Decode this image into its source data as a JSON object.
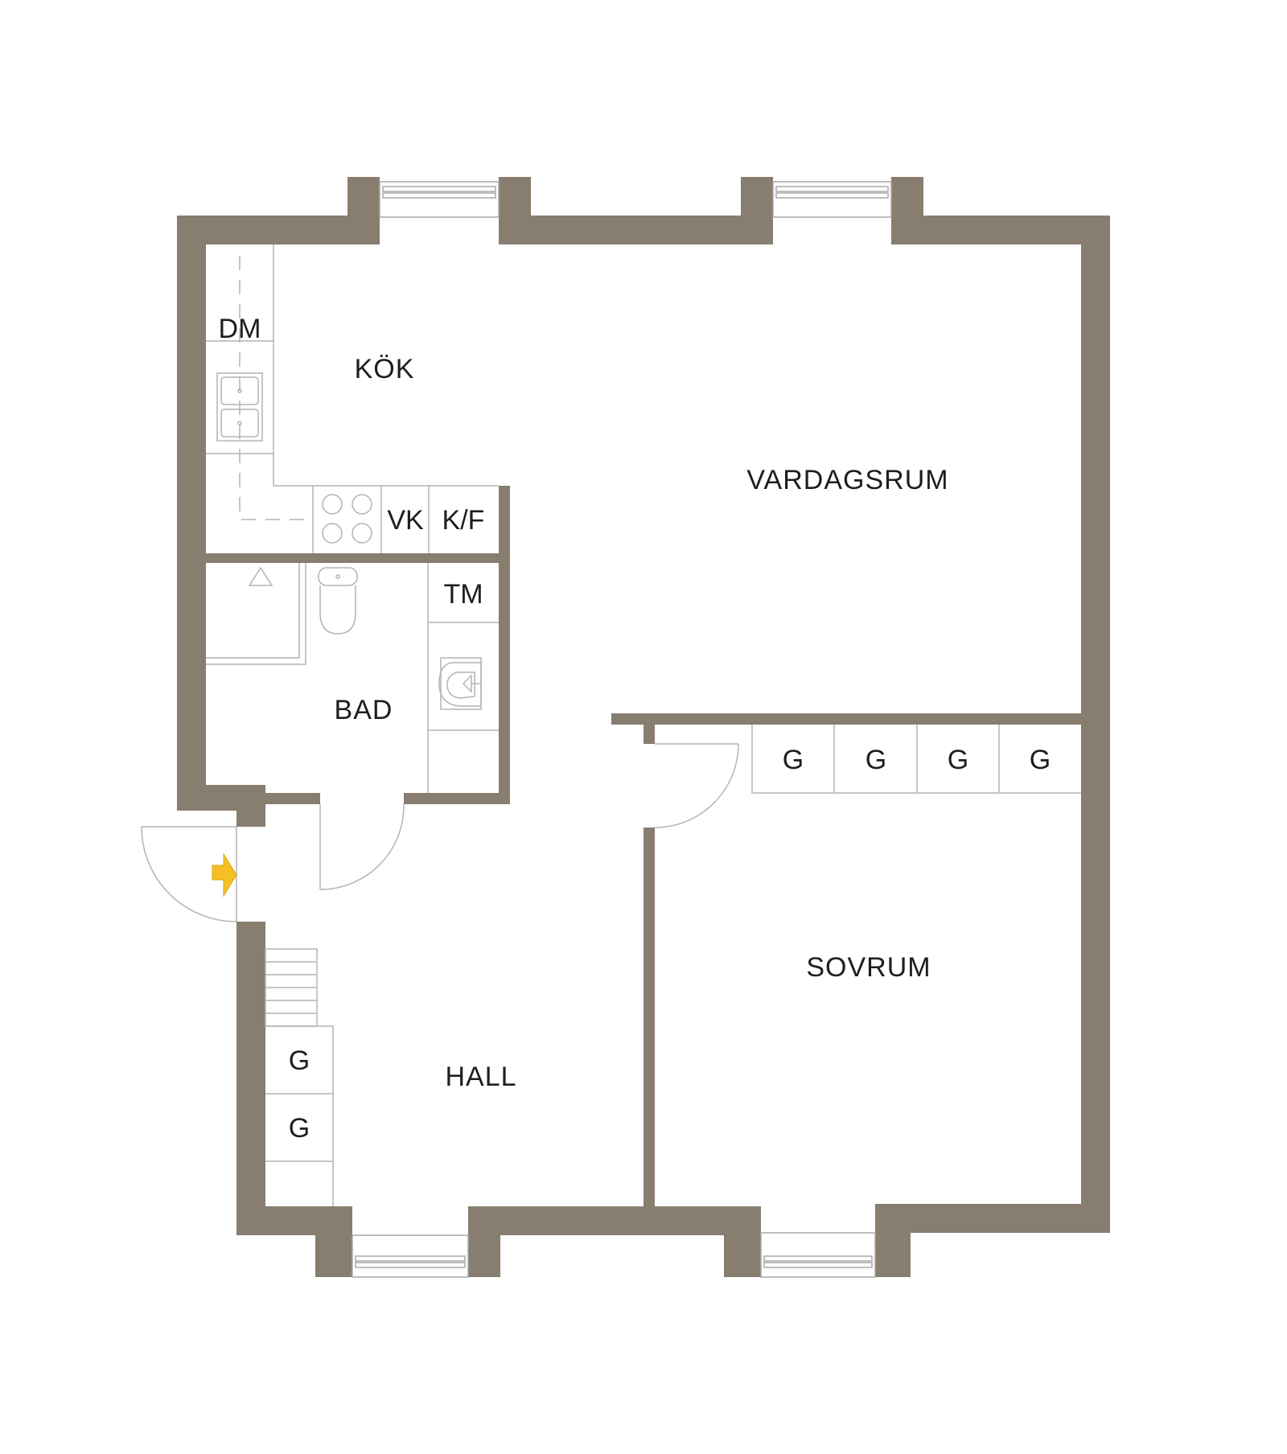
{
  "rooms": {
    "kok": "KÖK",
    "vardagsrum": "VARDAGSRUM",
    "bad": "BAD",
    "hall": "HALL",
    "sovrum": "SOVRUM"
  },
  "fixtures": {
    "dm": "DM",
    "vk": "VK",
    "kf": "K/F",
    "tm": "TM",
    "wardrobe": "G"
  },
  "colors": {
    "wall": "#877e70",
    "entrance_arrow": "#f6c024",
    "fixture_line": "#b4b4b4"
  },
  "icons": {
    "entrance": "entrance-arrow-icon",
    "shower": "shower-triangle-icon",
    "toilet": "toilet-icon",
    "sink": "sink-icon",
    "stove": "stove-icon"
  }
}
